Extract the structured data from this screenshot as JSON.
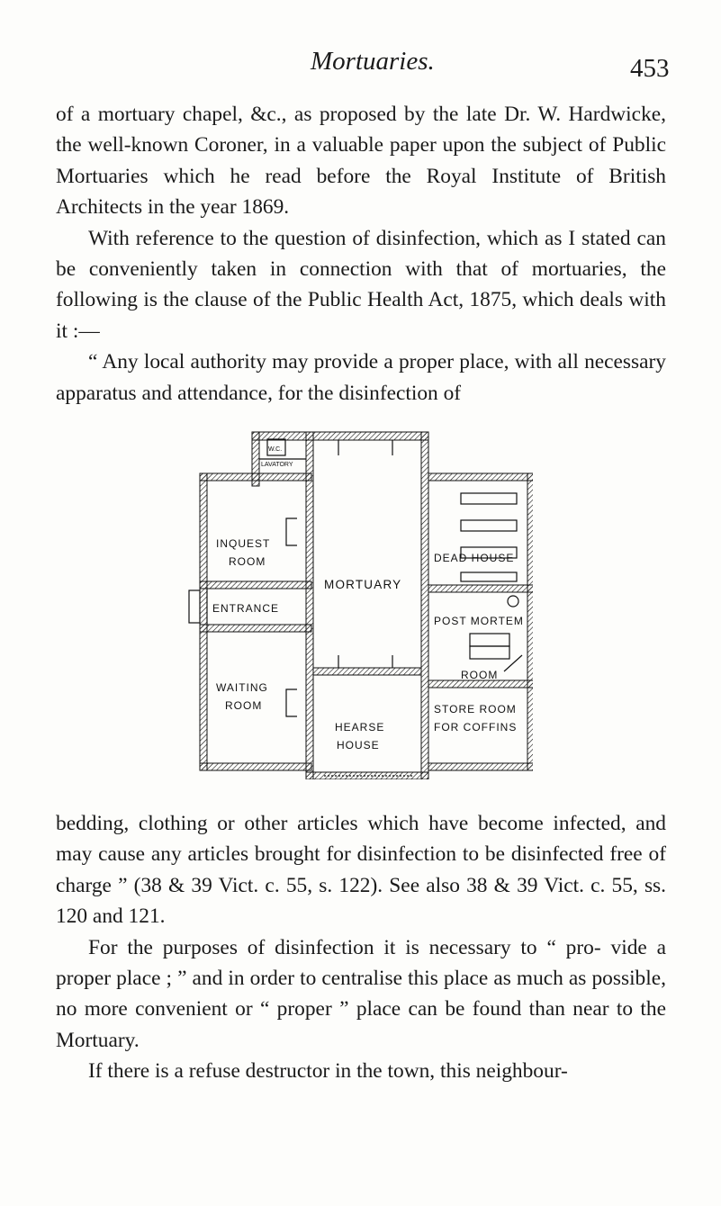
{
  "header": {
    "running_title": "Mortuaries.",
    "page_number": "453"
  },
  "top_text": [
    "of a mortuary chapel, &c., as proposed by the late Dr. W. Hardwicke, the well-known Coroner, in a valuable paper upon the subject of Public Mortuaries which he read before the Royal Institute of British Architects in the year 1869.",
    "With reference to the question of disinfection, which as I stated can be conveniently taken in connection with that of mortuaries, the following is the clause of the Public Health Act, 1875, which deals with it :—",
    "“ Any local authority may provide a proper place, with all necessary apparatus and attendance, for the disinfection of"
  ],
  "floor_plan": {
    "rooms": {
      "wc": "W.C.",
      "lavatory": "LAVATORY",
      "inquest_line1": "INQUEST",
      "inquest_line2": "ROOM",
      "entrance": "ENTRANCE",
      "waiting_line1": "WAITING",
      "waiting_line2": "ROOM",
      "mortuary": "MORTUARY",
      "dead_house": "DEAD HOUSE",
      "post_mortem": "POST MORTEM",
      "post_mortem_room": "ROOM",
      "store_line1": "STORE ROOM",
      "store_line2": "FOR COFFINS",
      "hearse_line1": "HEARSE",
      "hearse_line2": "HOUSE"
    }
  },
  "bottom_text": [
    "bedding, clothing or other articles which have become infected, and may cause any articles brought for disinfection to be disinfected free of charge ” (38 & 39 Vict. c. 55, s. 122). See also 38 & 39 Vict. c. 55, ss. 120 and 121.",
    "For the purposes of disinfection it is necessary to “ pro- vide a proper place ; ” and in order to centralise this place as much as possible, no more convenient or “ proper ” place can be found than near to the Mortuary.",
    "If there is a refuse destructor in the town, this neighbour-"
  ]
}
